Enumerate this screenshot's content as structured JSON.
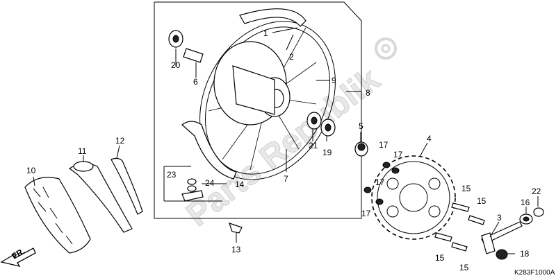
{
  "diagram": {
    "code": "K283F1000A",
    "front_indicator": "FR.",
    "watermark": "Parts Republik",
    "callouts": [
      "1",
      "2",
      "3",
      "4",
      "5",
      "6",
      "7",
      "8",
      "9",
      "10",
      "11",
      "12",
      "13",
      "14",
      "15",
      "15",
      "15",
      "15",
      "16",
      "17",
      "17",
      "17",
      "17",
      "18",
      "19",
      "20",
      "21",
      "22",
      "23",
      "24"
    ]
  },
  "colors": {
    "ink": "#000000",
    "paper": "#ffffff",
    "watermark": "#e0e0e0"
  }
}
